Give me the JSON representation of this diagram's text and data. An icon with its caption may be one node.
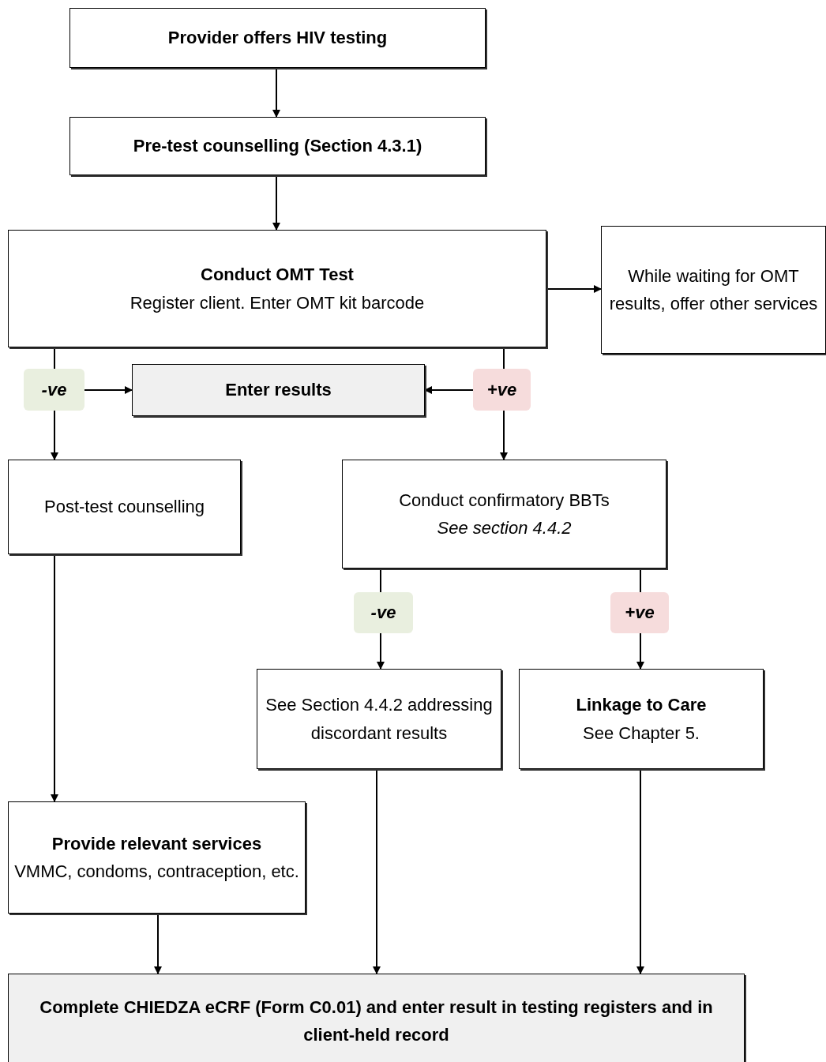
{
  "diagram": {
    "nodes": [
      {
        "text": [
          "Provider offers HIV testing"
        ]
      },
      {
        "text": [
          "Pre-test counselling (Section 4.3.1)"
        ]
      },
      {
        "text": [
          "Conduct OMT Test",
          "Register client. Enter OMT kit barcode"
        ]
      },
      {
        "text": [
          "While waiting for OMT results, offer other services"
        ]
      },
      {
        "text": [
          "-ve"
        ]
      },
      {
        "text": [
          "Enter results"
        ]
      },
      {
        "text": [
          "+ve"
        ]
      },
      {
        "text": [
          "Post-test counselling"
        ]
      },
      {
        "text": [
          "Conduct confirmatory BBTs",
          "See section 4.4.2"
        ]
      },
      {
        "text": [
          "-ve"
        ]
      },
      {
        "text": [
          "+ve"
        ]
      },
      {
        "text": [
          "See Section 4.4.2 addressing discordant results"
        ]
      },
      {
        "text": [
          "Linkage to Care",
          "See Chapter 5."
        ]
      },
      {
        "text": [
          "Provide relevant services",
          "VMMC, condoms, contraception, etc."
        ]
      },
      {
        "text": [
          "Complete CHIEDZA eCRF (Form C0.01) and enter result in testing registers and in client-held record"
        ]
      }
    ],
    "edges": [
      {
        "from": 0,
        "to": 1,
        "arrow": "to"
      },
      {
        "from": 1,
        "to": 2,
        "arrow": "to"
      },
      {
        "from": 2,
        "to": 3,
        "arrow": "to"
      },
      {
        "from": 2,
        "to": 4,
        "arrow": "none"
      },
      {
        "from": 4,
        "to": 5,
        "arrow": "to"
      },
      {
        "from": 4,
        "to": 7,
        "arrow": "to"
      },
      {
        "from": 2,
        "to": 6,
        "arrow": "none"
      },
      {
        "from": 6,
        "to": 5,
        "arrow": "to"
      },
      {
        "from": 6,
        "to": 8,
        "arrow": "to"
      },
      {
        "from": 8,
        "to": 9,
        "arrow": "none"
      },
      {
        "from": 9,
        "to": 11,
        "arrow": "to"
      },
      {
        "from": 8,
        "to": 10,
        "arrow": "none"
      },
      {
        "from": 10,
        "to": 12,
        "arrow": "to"
      },
      {
        "from": 7,
        "to": 13,
        "arrow": "to"
      },
      {
        "from": 13,
        "to": 14,
        "arrow": "to"
      },
      {
        "from": 11,
        "to": 14,
        "arrow": "to"
      },
      {
        "from": 12,
        "to": 14,
        "arrow": "to"
      }
    ]
  }
}
